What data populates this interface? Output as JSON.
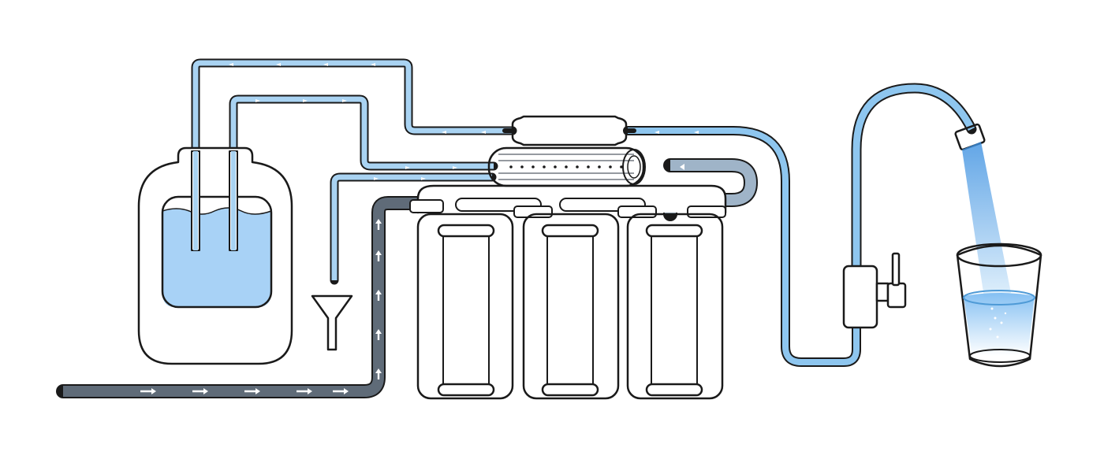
{
  "diagram": {
    "type": "reverse-osmosis-water-filtration-system",
    "labels": [],
    "colors": {
      "raw_water": "#5f6b78",
      "stage_2": "#7f8d9a",
      "stage_3": "#9fb4c8",
      "purified_water": "#8ec6ef",
      "clean_line": "#a9d3f2",
      "tank_water": "#a8d2f6",
      "outline": "#1a1a1a",
      "arrow": "#ffffff"
    },
    "components": [
      {
        "id": "feed-line",
        "icon": "gray-pipe-with-arrows"
      },
      {
        "id": "sediment-filter",
        "icon": "wound-string-cartridge"
      },
      {
        "id": "carbon-block-filter",
        "icon": "cross-hatch-cartridge"
      },
      {
        "id": "granular-carbon-filter",
        "icon": "dotted-cartridge"
      },
      {
        "id": "ro-membrane",
        "icon": "membrane-housing"
      },
      {
        "id": "post-carbon-filter",
        "icon": "inline-cartridge"
      },
      {
        "id": "storage-tank",
        "icon": "pressure-tank"
      },
      {
        "id": "drain-funnel",
        "icon": "funnel"
      },
      {
        "id": "faucet",
        "icon": "gooseneck-faucet"
      },
      {
        "id": "glass",
        "icon": "drinking-glass"
      }
    ]
  }
}
